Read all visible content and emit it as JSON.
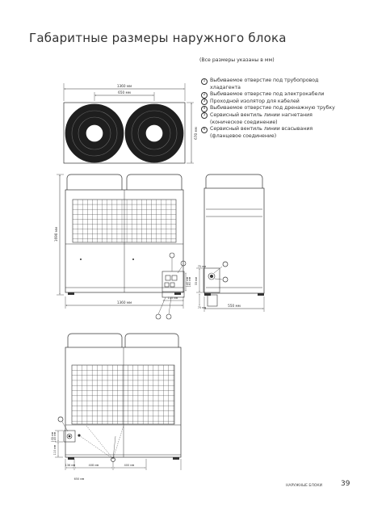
{
  "page": {
    "title": "Габаритные размеры наружного блока",
    "note": "(Все размеры указаны в мм)",
    "legend": [
      {
        "n": "1",
        "text": "Выбиваемое отверстие под трубопровод хладагента"
      },
      {
        "n": "2",
        "text": "Выбиваемое отверстие под электрокабели"
      },
      {
        "n": "3",
        "text": "Проходной изолятор для кабелей"
      },
      {
        "n": "4",
        "text": "Выбиваемое отверстие под дренажную трубку"
      },
      {
        "n": "5",
        "text": "Сервисный вентиль линии нагнетания (коническое соединение)"
      },
      {
        "n": "6",
        "text": "Сервисный вентиль линии всасывания (фланцевое соединение)"
      }
    ],
    "footer_section": "НАРУЖНЫЕ БЛОКИ",
    "page_number": "39"
  },
  "dims": {
    "top_total": "1360 мм",
    "top_fan": "650 мм",
    "top_depth": "670 мм",
    "front_height": "1690 мм",
    "front_width": "1360 мм",
    "detail_bottom": "115 мм",
    "detail_side_a": "140 мм",
    "detail_side_b": "160 мм",
    "side_width": "550 мм",
    "side_detail_a": "75 мм",
    "side_detail_b": "75 мм",
    "side_detail_c": "33 мм",
    "bottom_a": "136 мм",
    "bottom_b": "408 мм",
    "bottom_c": "400 мм",
    "bottom_d": "650 мм",
    "bottom_left_a": "145 мм",
    "bottom_left_b": "135 мм",
    "bottom_left_c": "110 мм"
  },
  "colors": {
    "line": "#333333",
    "fan": "#1e1e1e",
    "grid": "#4a4a4a"
  }
}
